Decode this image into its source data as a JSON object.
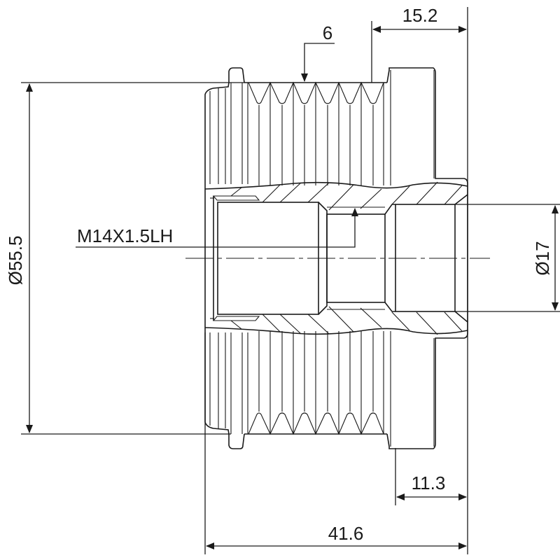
{
  "drawing": {
    "dimensions": {
      "outer_diameter": "Ø55.5",
      "groove_count": "6",
      "flange_width": "15.2",
      "thread": "M14X1.5LH",
      "bore_diameter": "Ø17",
      "hub_width": "11.3",
      "overall_length": "41.6"
    },
    "line_color": "#1a1a1a",
    "background": "#ffffff"
  }
}
